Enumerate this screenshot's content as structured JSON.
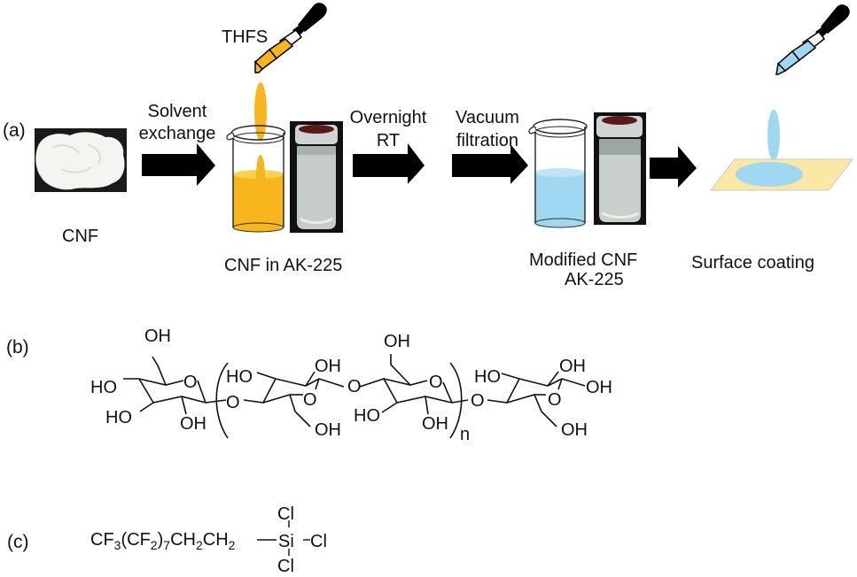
{
  "panels": {
    "a": {
      "label": "(a)",
      "steps": [
        {
          "id": "cnf",
          "caption": "CNF"
        },
        {
          "id": "solvent-exchange",
          "arrow_label_1": "Solvent",
          "arrow_label_2": "exchange"
        },
        {
          "id": "thfs",
          "reagent": "THFS"
        },
        {
          "id": "cnf-in-ak225",
          "caption": "CNF in AK-225"
        },
        {
          "id": "overnight",
          "arrow_label_1": "Overnight",
          "arrow_label_2": "RT"
        },
        {
          "id": "vacuum",
          "arrow_label_1": "Vacuum",
          "arrow_label_2": "filtration"
        },
        {
          "id": "modified",
          "caption_1": "Modified CNF",
          "caption_2": "AK-225"
        },
        {
          "id": "coating",
          "caption": "Surface coating"
        }
      ],
      "colors": {
        "thfs_liquid": "#f7b51e",
        "modified_liquid": "#9fd8f0",
        "substrate": "#fbe7a6",
        "arrow": "#000000",
        "photo_bg": "#111111"
      }
    },
    "b": {
      "label": "(b)",
      "structure": "cellulose",
      "repeat_subscript": "n",
      "atoms": {
        "oh": "OH",
        "ho": "HO",
        "o": "O"
      }
    },
    "c": {
      "label": "(c)",
      "formula_parts": [
        "CF",
        "3",
        "(CF",
        "2",
        ")",
        "7",
        "CH",
        "2",
        "CH",
        "2"
      ],
      "silicon": "Si",
      "chlorine": "Cl"
    }
  }
}
